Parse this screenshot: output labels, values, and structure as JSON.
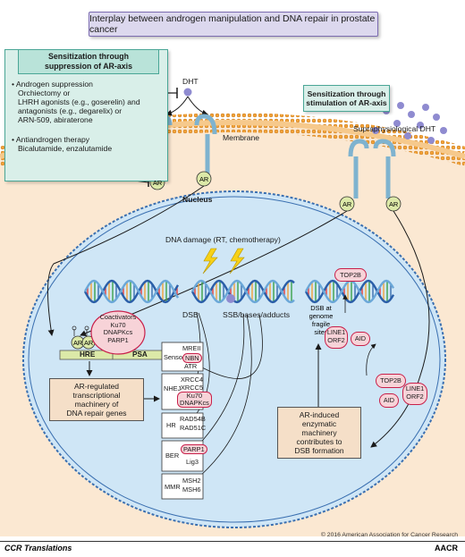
{
  "title": "Interplay between androgen manipulation and DNA repair in prostate cancer",
  "suppression_box": {
    "heading_line1": "Sensitization through",
    "heading_line2": "suppression of AR-axis",
    "lines": [
      "• Androgen suppression",
      "  Orchiectomy or",
      "  LHRH agonists (e.g., goserelin) and",
      "  antagonists (e.g., degarelix) or",
      "  ARN-509, abiraterone",
      "",
      "• Antiandrogen therapy",
      "  Bicalutamide, enzalutamide"
    ]
  },
  "stimulation_box": {
    "line1": "Sensitization through",
    "line2": "stimulation of AR-axis"
  },
  "labels": {
    "dht": "DHT",
    "membrane": "Membrane",
    "supraphysiological": "Supraphysiological DHT",
    "nucleus": "Nucleus",
    "dna_damage": "DNA damage (RT, chemotherapy)",
    "ar": "AR",
    "dsb": "DSB",
    "ssb": "SSB/bases/adducts",
    "dsb_fragile_1": "DSB at",
    "dsb_fragile_2": "genome",
    "dsb_fragile_3": "fragile",
    "dsb_fragile_4": "sites",
    "hre": "HRE",
    "psa": "PSA"
  },
  "coactivators": [
    "Coactivators",
    "Ku70",
    "DNAPKcs",
    "PARP1"
  ],
  "ar_regulated_box": [
    "AR-regulated",
    "transcriptional",
    "machinery of",
    "DNA repair genes"
  ],
  "ar_induced_box": [
    "AR-induced",
    "enzymatic",
    "machinery",
    "contributes to",
    "DSB formation"
  ],
  "repair_groups": [
    {
      "name": "Sensor",
      "genes": [
        "MREII",
        "NBN",
        "ATR"
      ]
    },
    {
      "name": "NHEJ",
      "genes": [
        "XRCC4",
        "XRCC5",
        "Ku70",
        "DNAPKcs"
      ]
    },
    {
      "name": "HR",
      "genes": [
        "RAD54B",
        "RAD51C"
      ]
    },
    {
      "name": "BER",
      "genes": [
        "PARP1",
        "Lig3"
      ]
    },
    {
      "name": "MMR",
      "genes": [
        "MSH2",
        "MSH6"
      ]
    }
  ],
  "enzymes": {
    "top2b_upper": "TOP2B",
    "line1_upper": [
      "LINE1",
      "ORF2"
    ],
    "aid_upper": "AID",
    "top2b_lower": "TOP2B",
    "aid_lower": "AID",
    "line1_lower": [
      "LINE1",
      "ORF2"
    ]
  },
  "footer": {
    "left": "CCR Translations",
    "right": "AACR",
    "copyright": "© 2016 American Association for Cancer Research"
  },
  "colors": {
    "title_bg": "#dcd8ee",
    "box_teal_bg": "#d9efe9",
    "membrane": "#f2a33a",
    "nucleus_fill": "#cfe6f6",
    "nucleus_border": "#3a6fb0",
    "cytoplasm": "#fbe8d2",
    "receptor": "#7fb3cf",
    "pill_fill": "#f7d3d8",
    "pill_border": "#c8204a",
    "gene_bar": "#dce9a8",
    "dht_dots": "#8f8bd0"
  }
}
